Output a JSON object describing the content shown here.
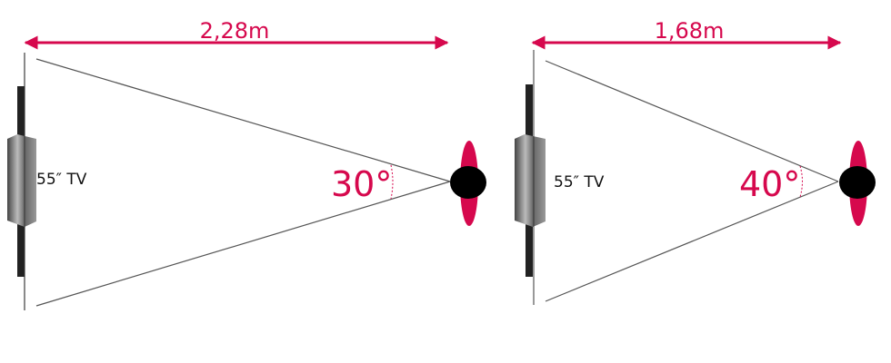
{
  "colors": {
    "accent": "#d6084d",
    "line": "#555555",
    "head": "#000000"
  },
  "scenes": [
    {
      "distance": "2,28m",
      "angle": "30°",
      "tv_label": "55″ TV"
    },
    {
      "distance": "1,68m",
      "angle": "40°",
      "tv_label": "55″ TV"
    }
  ]
}
